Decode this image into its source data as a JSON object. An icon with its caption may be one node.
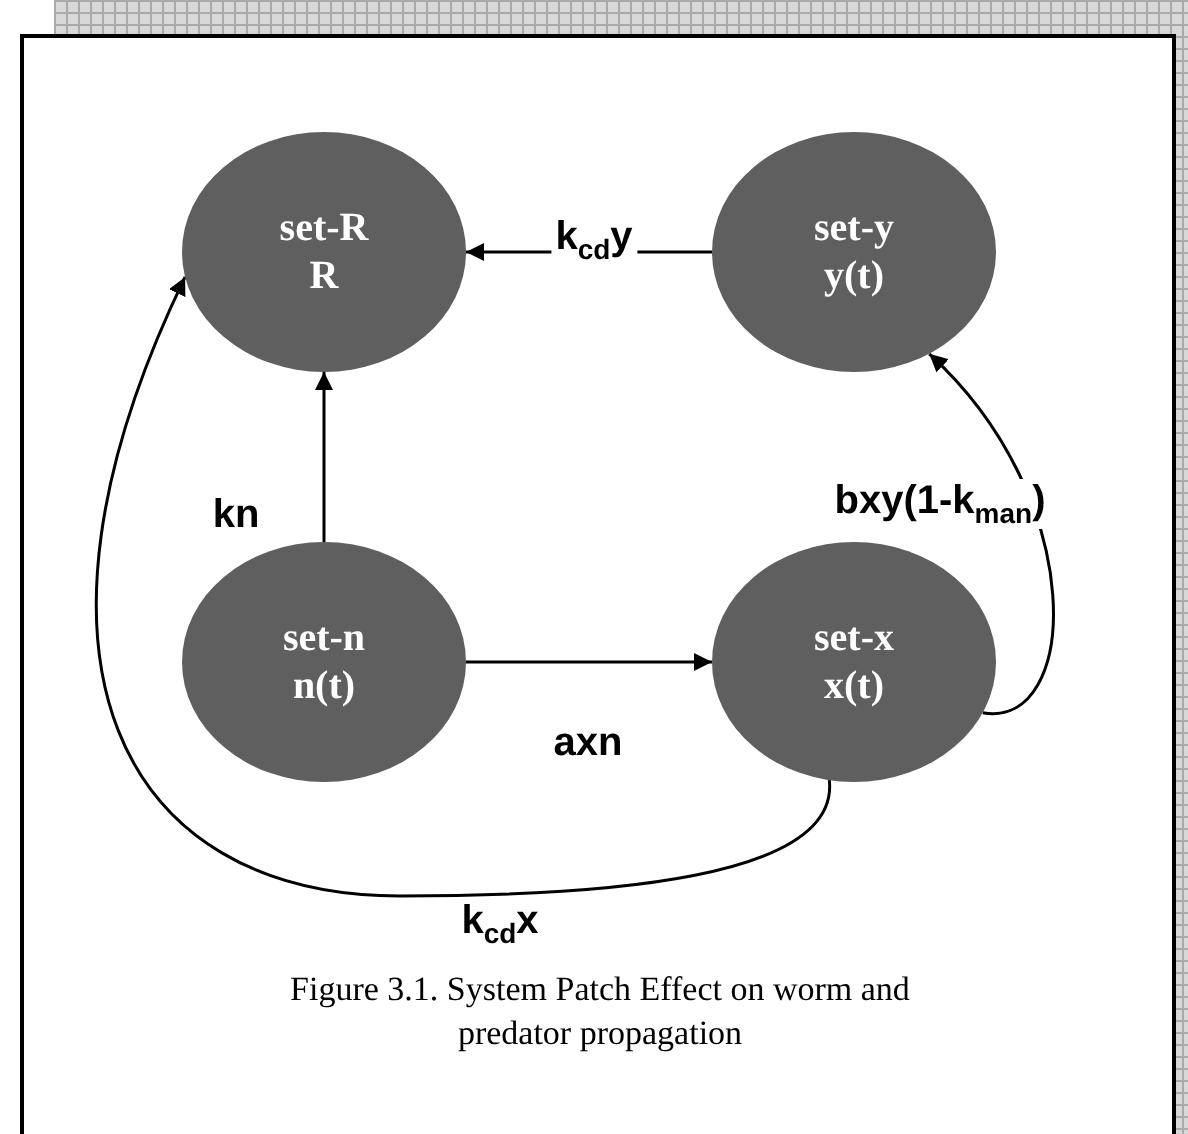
{
  "diagram": {
    "caption": "Figure 3.1. System Patch Effect on worm and predator propagation",
    "nodes": [
      {
        "text": [
          "set-R",
          "R"
        ]
      },
      {
        "text": [
          "set-y",
          "y(t)"
        ]
      },
      {
        "text": [
          "set-n",
          "n(t)"
        ]
      },
      {
        "text": [
          "set-x",
          "x(t)"
        ]
      }
    ],
    "edges": [
      {
        "from": 1,
        "to": 0,
        "arrow": "to",
        "label": "k$_{cd}$y"
      },
      {
        "from": 2,
        "to": 0,
        "arrow": "to",
        "label": "kn"
      },
      {
        "from": 2,
        "to": 3,
        "arrow": "to",
        "label": "axn"
      },
      {
        "from": 3,
        "to": 1,
        "arrow": "to",
        "label": "bxy(1-k$_{man}$)"
      },
      {
        "from": 3,
        "to": 0,
        "arrow": "to",
        "label": "k$_{cd}$x"
      }
    ]
  }
}
